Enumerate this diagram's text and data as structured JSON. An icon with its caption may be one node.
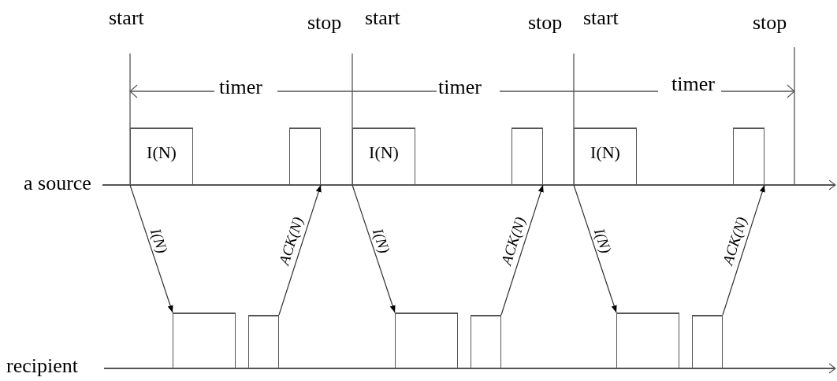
{
  "diagram": {
    "nodes": [
      {
        "text": [
          "I(N)"
        ]
      },
      {
        "text": [],
        "shape": "box"
      },
      {
        "text": [],
        "shape": "box"
      },
      {
        "text": [],
        "shape": "box"
      },
      {
        "text": [
          "I(N)"
        ]
      },
      {
        "text": [],
        "shape": "box"
      },
      {
        "text": [],
        "shape": "box"
      },
      {
        "text": [],
        "shape": "box"
      },
      {
        "text": [
          "I(N)"
        ]
      },
      {
        "text": [],
        "shape": "box"
      },
      {
        "text": [],
        "shape": "box"
      },
      {
        "text": [],
        "shape": "box"
      }
    ],
    "edges": [
      {
        "from": 0,
        "to": 2,
        "arrow": "to",
        "label": "I(N)"
      },
      {
        "from": 3,
        "to": 1,
        "arrow": "to",
        "label": "ACK(N)"
      },
      {
        "from": 4,
        "to": 6,
        "arrow": "to",
        "label": "I(N)"
      },
      {
        "from": 7,
        "to": 5,
        "arrow": "to",
        "label": "ACK(N)"
      },
      {
        "from": 8,
        "to": 10,
        "arrow": "to",
        "label": "I(N)"
      },
      {
        "from": 11,
        "to": 9,
        "arrow": "to",
        "label": "ACK(N)"
      }
    ],
    "labels": [
      "start",
      "stop",
      "start",
      "stop",
      "start",
      "stop",
      "timer",
      "timer",
      "timer",
      "a source",
      "recipient"
    ]
  }
}
